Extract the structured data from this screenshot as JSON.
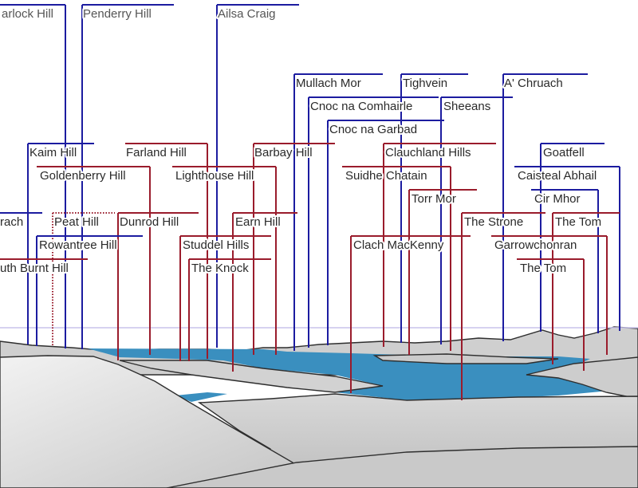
{
  "colors": {
    "far_bracket": "#1c1ca0",
    "near_bracket": "#9a1c2c",
    "horizon": "#c8c4ec",
    "water": "#3a8fbf",
    "terrain": "#d4d4d4",
    "terrain_edge": "#2e2e2e"
  },
  "labels": [
    {
      "text": "arlock Hill",
      "kind": "far"
    },
    {
      "text": "Penderry Hill",
      "kind": "far"
    },
    {
      "text": "Ailsa Craig",
      "kind": "far"
    },
    {
      "text": "Mullach Mor",
      "kind": "far"
    },
    {
      "text": "Tighvein",
      "kind": "far"
    },
    {
      "text": "A' Chruach",
      "kind": "far"
    },
    {
      "text": "Cnoc na Comhairle",
      "kind": "far"
    },
    {
      "text": "Sheeans",
      "kind": "far"
    },
    {
      "text": "Cnoc na Garbad",
      "kind": "far"
    },
    {
      "text": "Kaim Hill",
      "kind": "far"
    },
    {
      "text": "Farland Hill",
      "kind": "near"
    },
    {
      "text": "Barbay Hill",
      "kind": "near"
    },
    {
      "text": "Clauchland Hills",
      "kind": "near"
    },
    {
      "text": "Goatfell",
      "kind": "far"
    },
    {
      "text": "Goldenberry Hill",
      "kind": "near"
    },
    {
      "text": "Lighthouse Hill",
      "kind": "near"
    },
    {
      "text": "Suidhe Chatain",
      "kind": "near"
    },
    {
      "text": "Caisteal Abhail",
      "kind": "far"
    },
    {
      "text": "Cir Mhor",
      "kind": "far"
    },
    {
      "text": "Torr Mor",
      "kind": "near"
    },
    {
      "text": "rach",
      "kind": "far"
    },
    {
      "text": "Peat Hill",
      "kind": "hidden"
    },
    {
      "text": "Dunrod Hill",
      "kind": "near"
    },
    {
      "text": "Earn Hill",
      "kind": "near"
    },
    {
      "text": "The Strone",
      "kind": "near"
    },
    {
      "text": "The Tom",
      "kind": "near"
    },
    {
      "text": "Rowantree Hill",
      "kind": "far"
    },
    {
      "text": "Studdel Hills",
      "kind": "near"
    },
    {
      "text": "Clach MacKenny",
      "kind": "near"
    },
    {
      "text": "Garrowchonran",
      "kind": "near"
    },
    {
      "text": "uth Burnt Hill",
      "kind": "near"
    },
    {
      "text": "The Knock",
      "kind": "near"
    },
    {
      "text": "The Tom",
      "kind": "near"
    }
  ]
}
